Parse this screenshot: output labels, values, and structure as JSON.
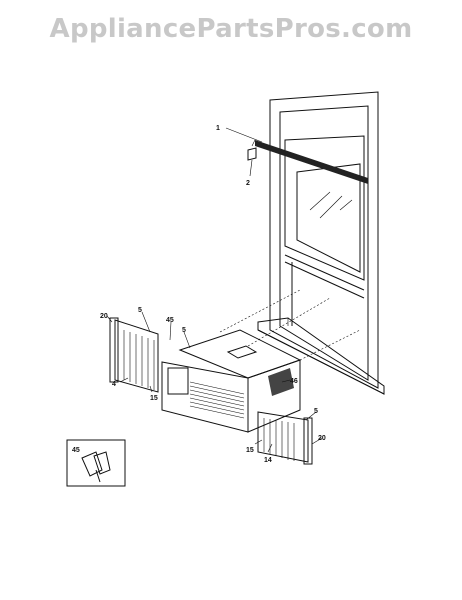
{
  "watermark": "AppliancePartsPros.com",
  "diagram": {
    "labels": [
      {
        "id": "1",
        "text": "1"
      },
      {
        "id": "2",
        "text": "2"
      },
      {
        "id": "5a",
        "text": "5"
      },
      {
        "id": "20a",
        "text": "20"
      },
      {
        "id": "45a",
        "text": "45"
      },
      {
        "id": "5b",
        "text": "5"
      },
      {
        "id": "4",
        "text": "4"
      },
      {
        "id": "15a",
        "text": "15"
      },
      {
        "id": "46",
        "text": "46"
      },
      {
        "id": "5c",
        "text": "5"
      },
      {
        "id": "20b",
        "text": "20"
      },
      {
        "id": "15b",
        "text": "15"
      },
      {
        "id": "14",
        "text": "14"
      },
      {
        "id": "45b",
        "text": "45"
      }
    ]
  }
}
